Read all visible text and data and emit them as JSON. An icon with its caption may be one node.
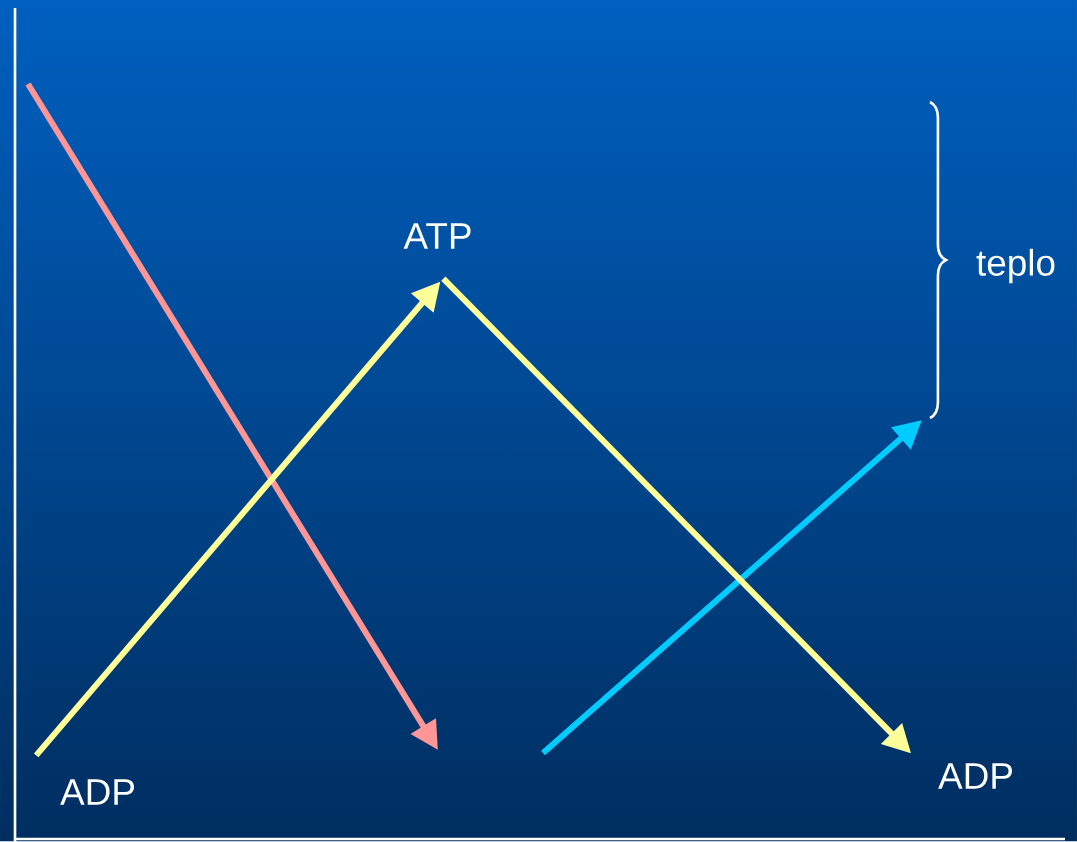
{
  "diagram": {
    "nodes": [
      {
        "text": [
          "ADP"
        ]
      },
      {
        "text": [
          "ATP"
        ]
      },
      {
        "text": [
          "ADP"
        ]
      }
    ],
    "edges": [
      {
        "from": 0,
        "to": 1,
        "arrow": "to"
      },
      {
        "from": 1,
        "to": 2,
        "arrow": "to"
      }
    ],
    "labels": [
      "teplo"
    ]
  }
}
